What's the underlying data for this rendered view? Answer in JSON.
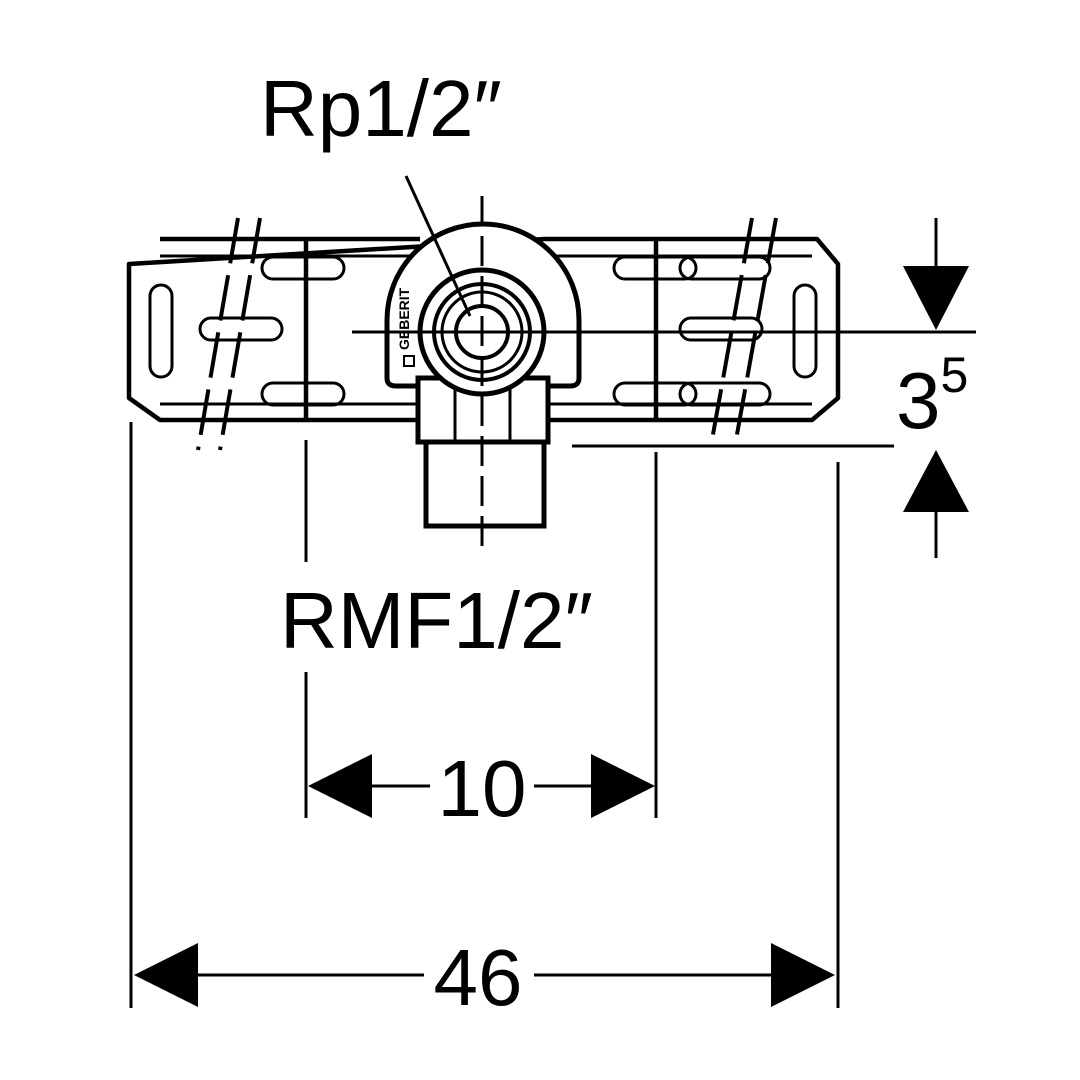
{
  "labels": {
    "thread_top": "Rp1/2″",
    "thread_bottom": "RMF1/2″",
    "dim_inner": "10",
    "dim_outer": "46",
    "dim_offset_main": "3",
    "dim_offset_sup": "5"
  },
  "brand": {
    "logo_text": "GEBERIT"
  },
  "colors": {
    "line": "#000000",
    "background": "#ffffff"
  }
}
